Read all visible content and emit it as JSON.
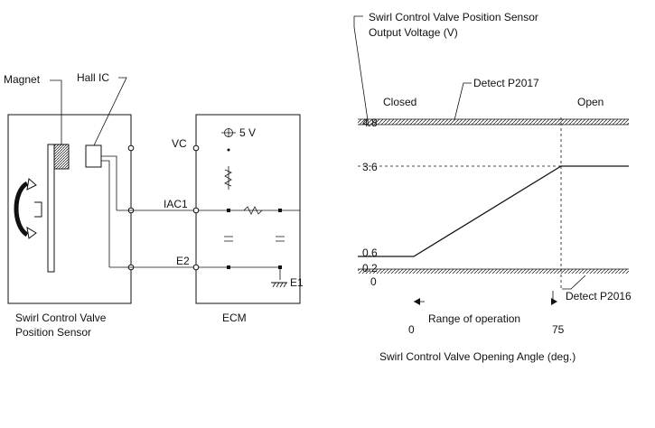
{
  "sensor": {
    "magnet_label": "Magnet",
    "hall_ic_label": "Hall IC",
    "caption_line1": "Swirl Control Valve",
    "caption_line2": "Position Sensor"
  },
  "ecm": {
    "caption": "ECM",
    "vc_label": "VC",
    "iac1_label": "IAC1",
    "e2_label": "E2",
    "supply_label": "5 V",
    "ground_label": "E1"
  },
  "graph": {
    "ylabel_line1": "Swirl Control Valve Position Sensor",
    "ylabel_line2": "Output Voltage (V)",
    "xlabel": "Swirl Control Valve Opening Angle (deg.)",
    "closed_label": "Closed",
    "open_label": "Open",
    "detect_high_label": "Detect P2017",
    "detect_low_label": "Detect P2016",
    "range_label": "Range of operation",
    "y_ticks": [
      "4.8",
      "3.6",
      "0.6",
      "0.2",
      "0"
    ],
    "x_ticks": [
      "0",
      "75"
    ]
  },
  "chart_data": {
    "type": "line",
    "x": [
      -30,
      0,
      75,
      112
    ],
    "y": [
      0.6,
      0.6,
      3.6,
      3.6
    ],
    "xlabel": "Swirl Control Valve Opening Angle (deg.)",
    "ylabel": "Swirl Control Valve Position Sensor Output Voltage (V)",
    "thresholds": {
      "P2017": 4.8,
      "P2016": 0.2
    }
  }
}
